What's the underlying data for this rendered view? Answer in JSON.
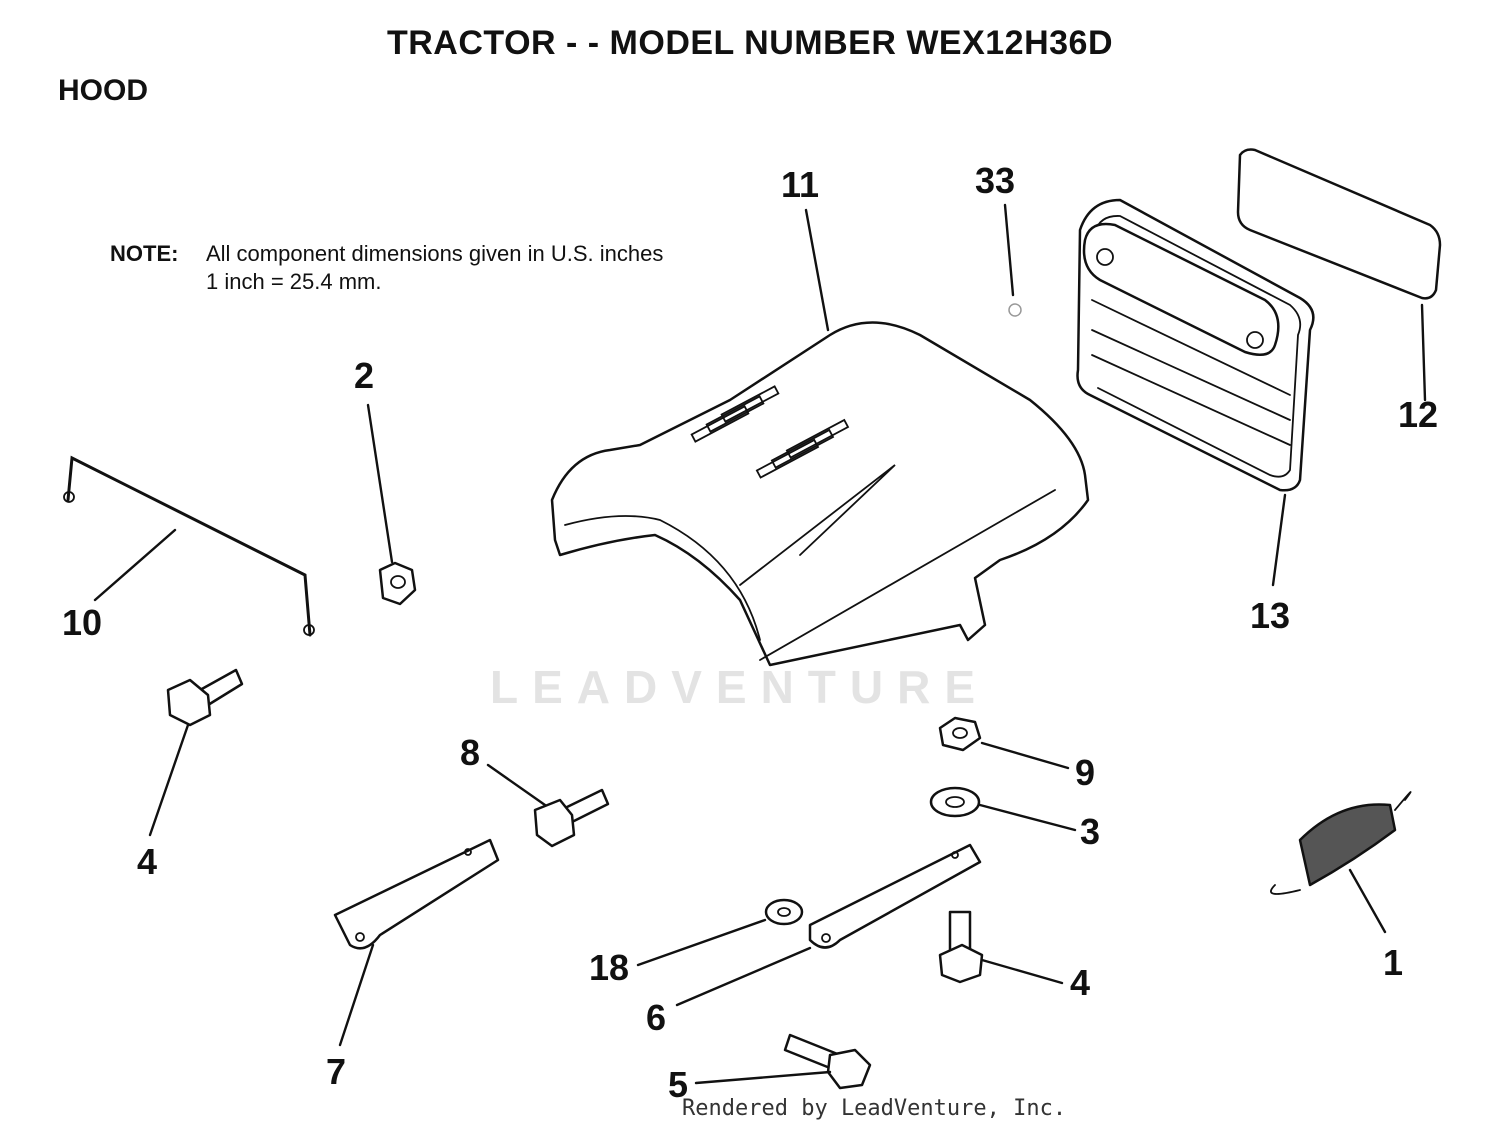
{
  "header": {
    "title": "TRACTOR - - MODEL NUMBER WEX12H36D",
    "section": "HOOD"
  },
  "note": {
    "label": "NOTE:",
    "line1": "All component dimensions given in U.S. inches",
    "line2": "1 inch = 25.4 mm."
  },
  "watermark": "LEADVENTURE",
  "footer": "Rendered by LeadVenture, Inc.",
  "callouts": {
    "c11": "11",
    "c33": "33",
    "c12": "12",
    "c13": "13",
    "c2": "2",
    "c10": "10",
    "c4a": "4",
    "c8": "8",
    "c9": "9",
    "c3": "3",
    "c1": "1",
    "c18": "18",
    "c6": "6",
    "c4b": "4",
    "c7": "7",
    "c5": "5"
  }
}
